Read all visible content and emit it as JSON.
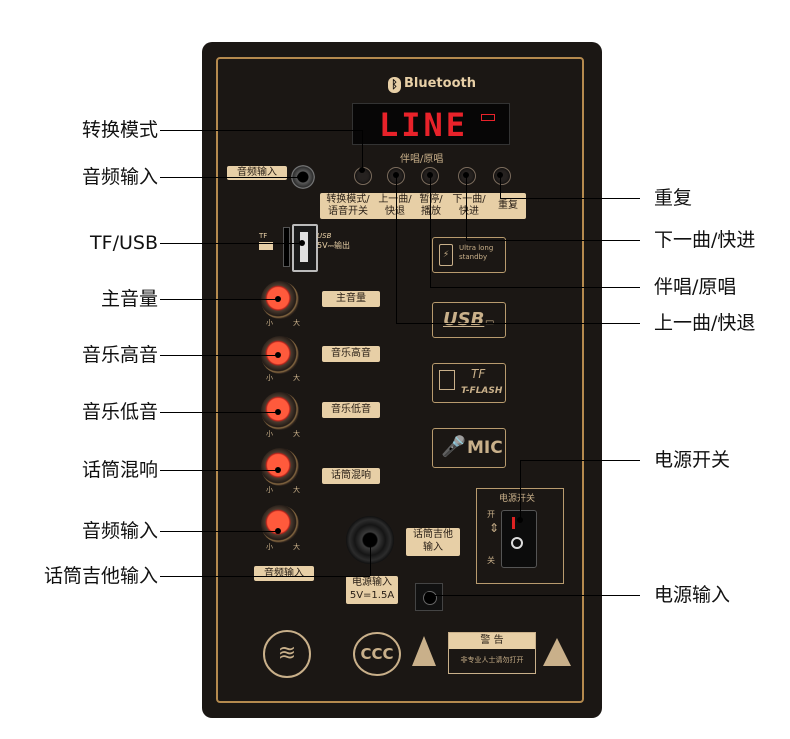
{
  "callouts": {
    "mode_switch": "转换模式",
    "audio_in_top": "音频输入",
    "tf_usb": "TF/USB",
    "master_volume": "主音量",
    "music_treble": "音乐高音",
    "music_bass": "音乐低音",
    "mic_echo": "话筒混响",
    "audio_in_knob": "音频输入",
    "mic_guitar_in": "话筒吉他输入",
    "repeat": "重复",
    "next_ff": "下一曲/快进",
    "accomp_orig": "伴唱/原唱",
    "prev_rew": "上一曲/快退",
    "power_switch": "电源开关",
    "power_in": "电源输入"
  },
  "panel": {
    "brand": "Bluetooth",
    "lcd_text": "LINE",
    "accomp_label": "伴唱/原唱",
    "audio_in_tag": "音频输入",
    "button_tags": {
      "b1": "转换模式/\n语音开关",
      "b2": "上一曲/\n快退",
      "b3": "暂停/\n播放",
      "b4": "下一曲/\n快进",
      "b5": "重复"
    },
    "tf_label": "TF",
    "usb_label": "USB",
    "usb_out": "5V⎓输出",
    "knob_tags": [
      "主音量",
      "音乐高音",
      "音乐低音",
      "话筒混响",
      "音频输入"
    ],
    "knob_min": "小",
    "knob_max": "大",
    "mic_guitar_tag": "话筒吉他\n输入",
    "power_tag": "电源输入\n5V=1.5A",
    "standby_text": "Ultra long\nstandby",
    "usb_icon_text": "USB",
    "tf_icon_text": "T-FLASH",
    "tf_icon_top": "TF",
    "mic_icon_text": "MIC",
    "switch_title": "电源开关",
    "switch_on": "开",
    "switch_off": "关",
    "warning_title": "警  告",
    "warning_text": "非专业人士请勿打开"
  },
  "colors": {
    "panel_bg": "#1b1714",
    "gold": "#b58a4e",
    "tag_bg": "#e7cfa6",
    "lcd_red": "#e8222a",
    "knob_red": "#ff5a3c"
  }
}
